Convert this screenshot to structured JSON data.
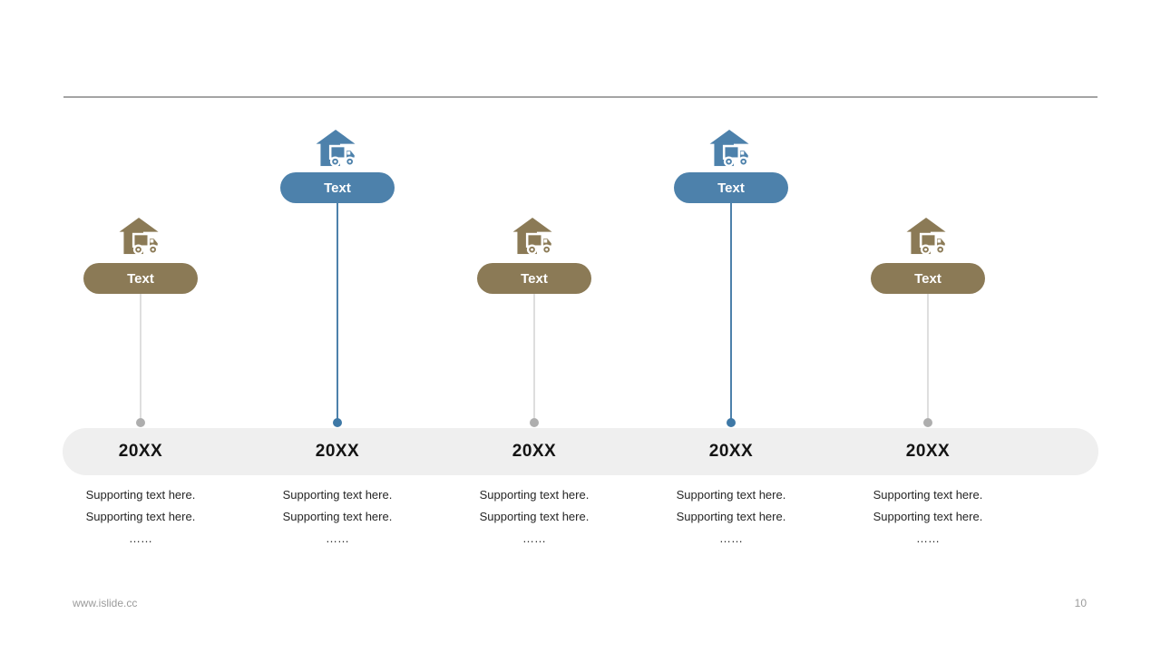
{
  "slide": {
    "footer_url": "www.islide.cc",
    "page_number": "10"
  },
  "colors": {
    "brown": "#8B7A56",
    "blue": "#4D81AB",
    "track_bg": "#EFEFEF",
    "connector_gray": "#BCBCBC",
    "top_rule": "#A4A4A4",
    "footer_text": "#9B9B9B"
  },
  "columns": [
    {
      "theme": "brown",
      "icon": "warehouse-truck-icon",
      "pill_label": "Text",
      "year": "20XX",
      "supporting": [
        "Supporting text here.",
        "Supporting text here.",
        "……"
      ]
    },
    {
      "theme": "blue",
      "icon": "warehouse-truck-icon",
      "pill_label": "Text",
      "year": "20XX",
      "supporting": [
        "Supporting text here.",
        "Supporting text here.",
        "……"
      ]
    },
    {
      "theme": "brown",
      "icon": "warehouse-truck-icon",
      "pill_label": "Text",
      "year": "20XX",
      "supporting": [
        "Supporting text here.",
        "Supporting text here.",
        "……"
      ]
    },
    {
      "theme": "blue",
      "icon": "warehouse-truck-icon",
      "pill_label": "Text",
      "year": "20XX",
      "supporting": [
        "Supporting text here.",
        "Supporting text here.",
        "……"
      ]
    },
    {
      "theme": "brown",
      "icon": "warehouse-truck-icon",
      "pill_label": "Text",
      "year": "20XX",
      "supporting": [
        "Supporting text here.",
        "Supporting text here.",
        "……"
      ]
    }
  ]
}
